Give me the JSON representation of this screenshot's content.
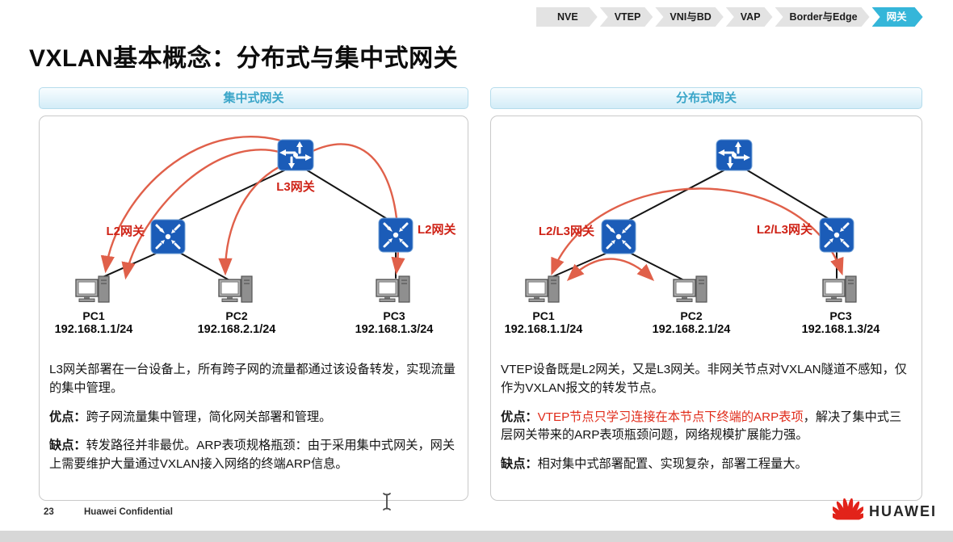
{
  "breadcrumb": {
    "items": [
      {
        "label": "NVE",
        "active": false
      },
      {
        "label": "VTEP",
        "active": false
      },
      {
        "label": "VNI与BD",
        "active": false
      },
      {
        "label": "VAP",
        "active": false
      },
      {
        "label": "Border与Edge",
        "active": false
      },
      {
        "label": "网关",
        "active": true
      }
    ]
  },
  "title": "VXLAN基本概念：分布式与集中式网关",
  "panels": [
    {
      "header": "集中式网关",
      "diagram": {
        "router_label": "L3网关",
        "left_switch_label": "L2网关",
        "right_switch_label": "L2网关",
        "pcs": [
          {
            "name": "PC1",
            "ip": "192.168.1.1/24"
          },
          {
            "name": "PC2",
            "ip": "192.168.2.1/24"
          },
          {
            "name": "PC3",
            "ip": "192.168.1.3/24"
          }
        ]
      },
      "description": "L3网关部署在一台设备上，所有跨子网的流量都通过该设备转发，实现流量的集中管理。",
      "pros_label": "优点：",
      "pros": "跨子网流量集中管理，简化网关部署和管理。",
      "cons_label": "缺点：",
      "cons": "转发路径并非最优。ARP表项规格瓶颈：由于采用集中式网关，网关上需要维护大量通过VXLAN接入网络的终端ARP信息。"
    },
    {
      "header": "分布式网关",
      "diagram": {
        "left_switch_label": "L2/L3网关",
        "right_switch_label": "L2/L3网关",
        "pcs": [
          {
            "name": "PC1",
            "ip": "192.168.1.1/24"
          },
          {
            "name": "PC2",
            "ip": "192.168.2.1/24"
          },
          {
            "name": "PC3",
            "ip": "192.168.1.3/24"
          }
        ]
      },
      "description": "VTEP设备既是L2网关，又是L3网关。非网关节点对VXLAN隧道不感知，仅作为VXLAN报文的转发节点。",
      "pros_label": "优点：",
      "pros_highlight": "VTEP节点只学习连接在本节点下终端的ARP表项",
      "pros_rest": "，解决了集中式三层网关带来的ARP表项瓶颈问题，网络规模扩展能力强。",
      "cons_label": "缺点：",
      "cons": "相对集中式部署配置、实现复杂，部署工程量大。"
    }
  ],
  "footer": {
    "page_number": "23",
    "confidential_label": "Huawei Confidential",
    "logo_text": "HUAWEI"
  },
  "colors": {
    "accent_cyan": "#35b6d9",
    "device_blue": "#1b5cb8",
    "label_red": "#cf2317",
    "arc_red": "#e0604a"
  }
}
